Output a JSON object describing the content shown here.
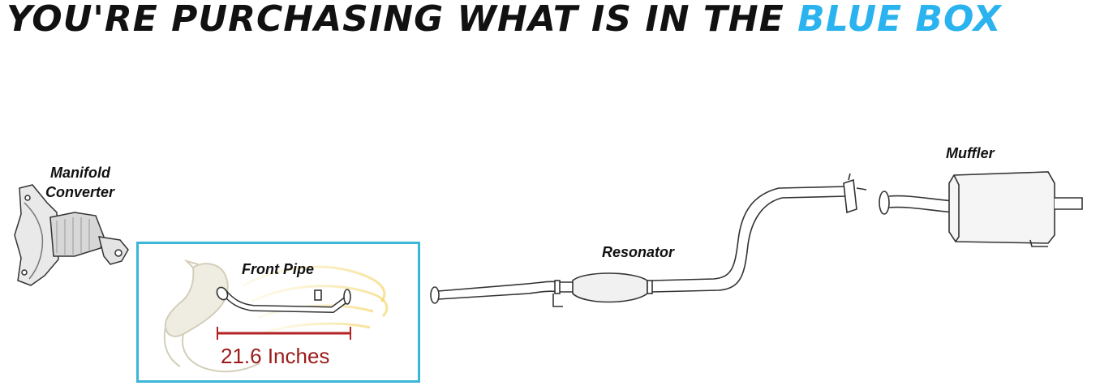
{
  "headline": {
    "prefix": "YOU'RE PURCHASING WHAT IS IN THE",
    "highlight": "BLUE BOX",
    "highlight_color": "#2ab3ee"
  },
  "parts": {
    "manifold_line1": "Manifold",
    "manifold_line2": "Converter",
    "front_pipe": "Front Pipe",
    "resonator": "Resonator",
    "muffler": "Muffler"
  },
  "dimension": {
    "value": 21.6,
    "text": "21.6 Inches",
    "color": "#b22222"
  },
  "box_color": "#3bb6d8",
  "icons": [
    "horse-watermark-icon"
  ]
}
